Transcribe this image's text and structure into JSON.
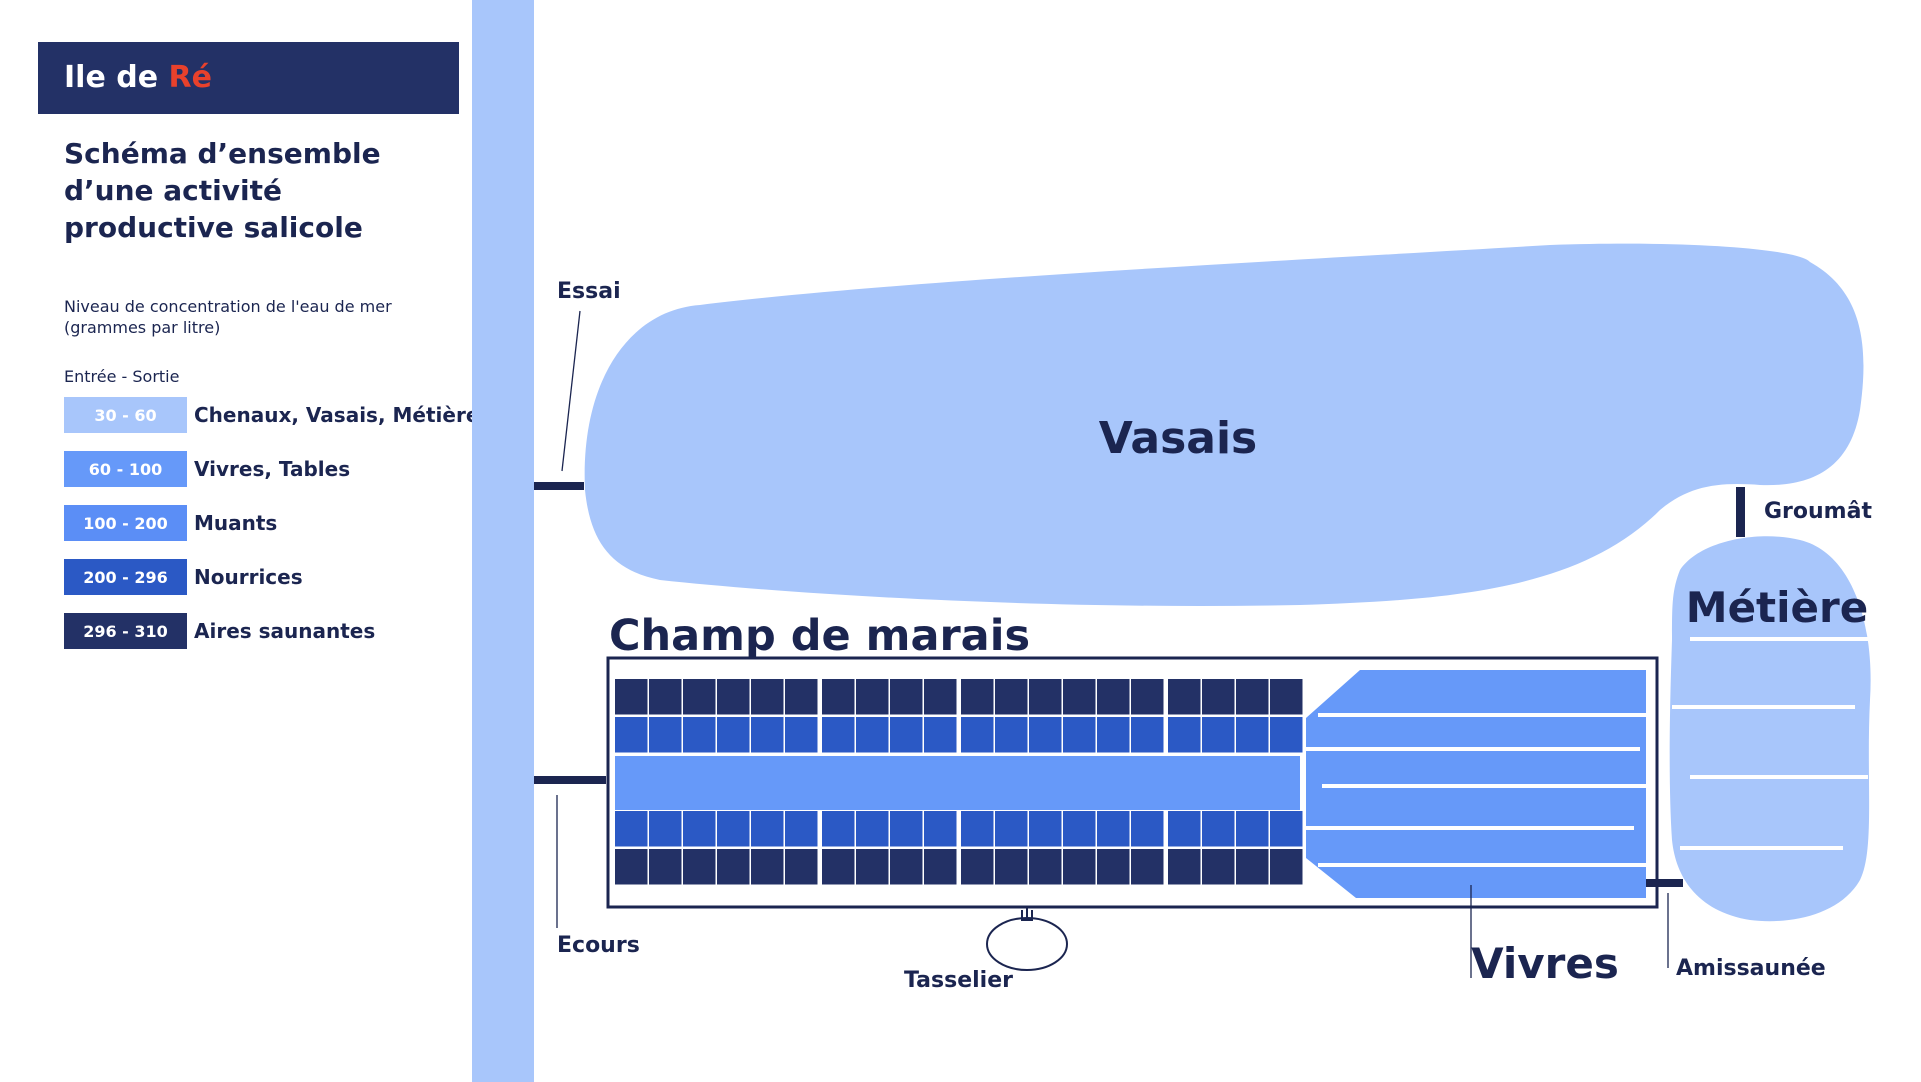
{
  "header": {
    "prefix": "Ile de ",
    "accent": "Ré"
  },
  "title": "Schéma d’ensemble d’une activité productive salicole",
  "subtitle": "Niveau de concentration de l'eau de mer (grammes par litre)",
  "legend": {
    "heading": "Entrée - Sortie",
    "items": [
      {
        "range": "30 - 60",
        "label": "Chenaux, Vasais, Métières",
        "color": "#a8c6fb"
      },
      {
        "range": "60 - 100",
        "label": "Vivres, Tables",
        "color": "#6699f9"
      },
      {
        "range": "100 - 200",
        "label": "Muants",
        "color": "#5b8ef6"
      },
      {
        "range": "200 - 296",
        "label": "Nourrices",
        "color": "#2b59c5"
      },
      {
        "range": "296 - 310",
        "label": "Aires saunantes",
        "color": "#233166"
      }
    ]
  },
  "diagram": {
    "vasais": "Vasais",
    "champ": "Champ de marais",
    "metiere": "Métière",
    "vivres": "Vivres",
    "essai": "Essai",
    "groumat": "Groumât",
    "ecours": "Ecours",
    "tasselier": "Tasselier",
    "amissaunee": "Amissaunée"
  },
  "colors": {
    "channel": "#a8c6fb",
    "dark": "#233166",
    "outline": "#1b2550"
  }
}
